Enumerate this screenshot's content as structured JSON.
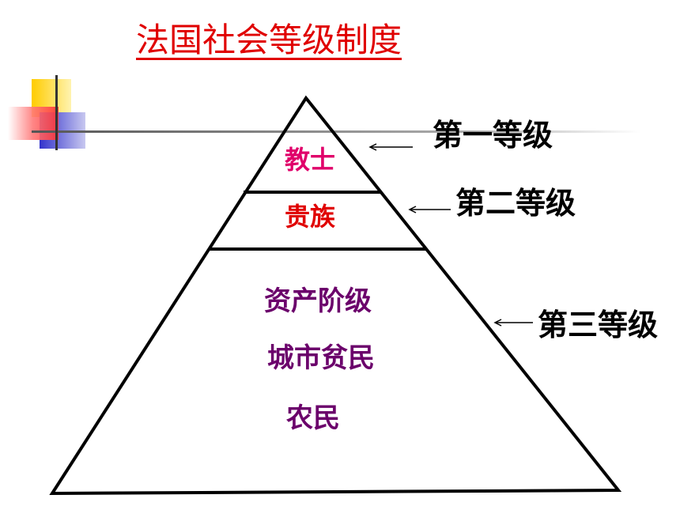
{
  "title": "法国社会等级制度",
  "tiers": {
    "first": {
      "text": "教士"
    },
    "second": {
      "text": "贵族"
    },
    "third": {
      "lines": [
        "资产阶级",
        "城市贫民",
        "农民"
      ]
    }
  },
  "levels": [
    "第一等级",
    "第二等级",
    "第三等级"
  ],
  "colors": {
    "title": "#e00000",
    "first_tier": "#e0006a",
    "second_tier": "#e00000",
    "third_tier": "#6b006b",
    "deco_yellow": "#ffcc00",
    "deco_red": "#ff3333",
    "deco_blue": "#3333cc",
    "line": "#000000"
  }
}
